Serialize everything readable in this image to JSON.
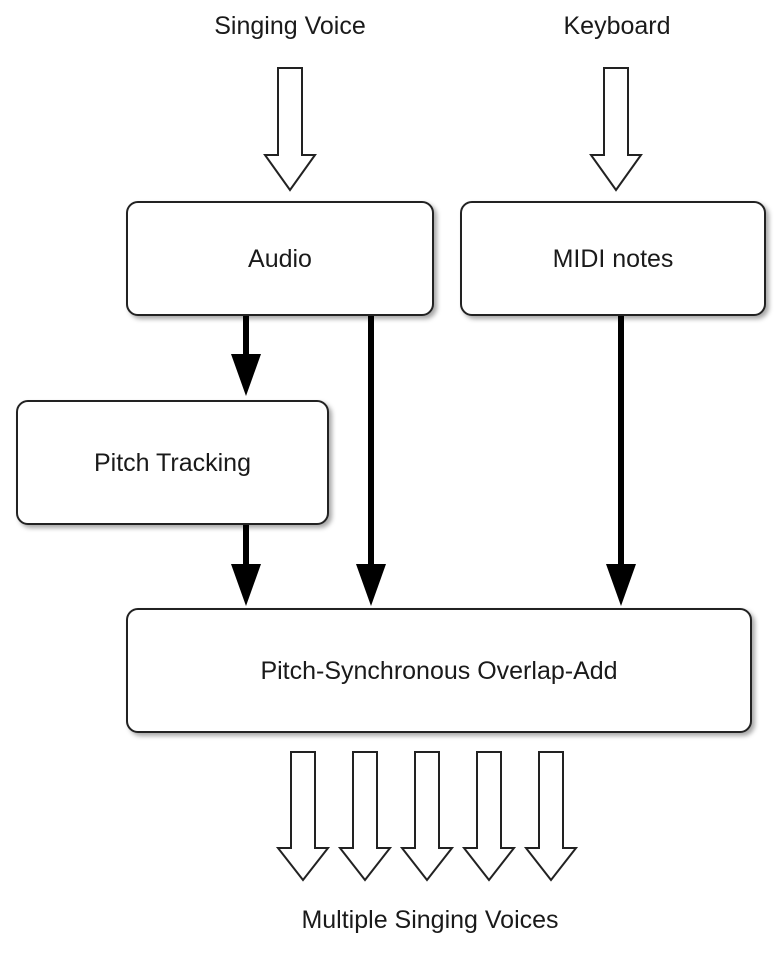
{
  "inputs": {
    "singing_voice": "Singing Voice",
    "keyboard": "Keyboard"
  },
  "nodes": {
    "audio": "Audio",
    "midi_notes": "MIDI notes",
    "pitch_tracking": "Pitch Tracking",
    "psola": "Pitch-Synchronous Overlap-Add"
  },
  "output": {
    "label": "Multiple Singing Voices",
    "arrow_count": 5
  },
  "edges": [
    {
      "from": "singing_voice",
      "to": "audio",
      "style": "hollow"
    },
    {
      "from": "keyboard",
      "to": "midi_notes",
      "style": "hollow"
    },
    {
      "from": "audio",
      "to": "pitch_tracking",
      "style": "solid"
    },
    {
      "from": "audio",
      "to": "psola",
      "style": "solid"
    },
    {
      "from": "pitch_tracking",
      "to": "psola",
      "style": "solid"
    },
    {
      "from": "midi_notes",
      "to": "psola",
      "style": "solid"
    },
    {
      "from": "psola",
      "to": "output",
      "style": "hollow"
    }
  ]
}
